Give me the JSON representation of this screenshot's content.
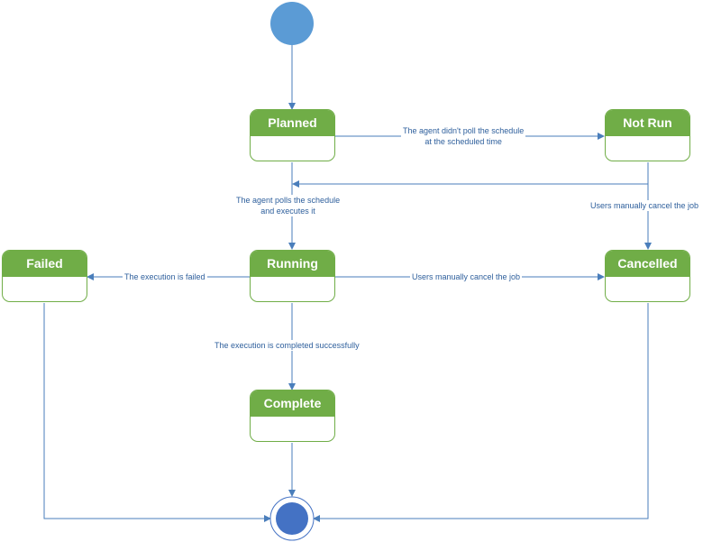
{
  "states": {
    "planned": "Planned",
    "not_run": "Not Run",
    "failed": "Failed",
    "running": "Running",
    "cancelled": "Cancelled",
    "complete": "Complete"
  },
  "transitions": {
    "planned_to_not_run_l1": "The agent didn't poll the schedule",
    "planned_to_not_run_l2": "at the scheduled time",
    "planned_to_running_l1": "The agent polls the schedule",
    "planned_to_running_l2": "and executes it",
    "not_run_to_cancelled": "Users manually cancel the job",
    "running_to_failed": "The execution is failed",
    "running_to_cancelled": "Users manually cancel the job",
    "running_to_complete": "The execution is completed successfully"
  },
  "colors": {
    "state_fill": "#70ad47",
    "line": "#4a7ebb",
    "initial_node": "#5b9bd5",
    "final_node": "#4472c4"
  }
}
